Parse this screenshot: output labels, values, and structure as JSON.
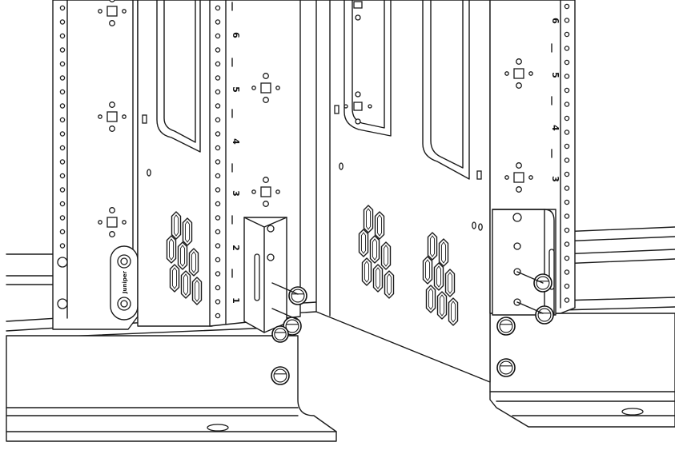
{
  "rail_unit_numbers": {
    "left_rail": [
      "6",
      "5",
      "4",
      "3",
      "2",
      "1"
    ],
    "right_rail": [
      "6",
      "5",
      "4",
      "3"
    ]
  },
  "bracket_label": "Juniper",
  "colors": {
    "line": "#1a1a1a",
    "background": "#ffffff"
  }
}
